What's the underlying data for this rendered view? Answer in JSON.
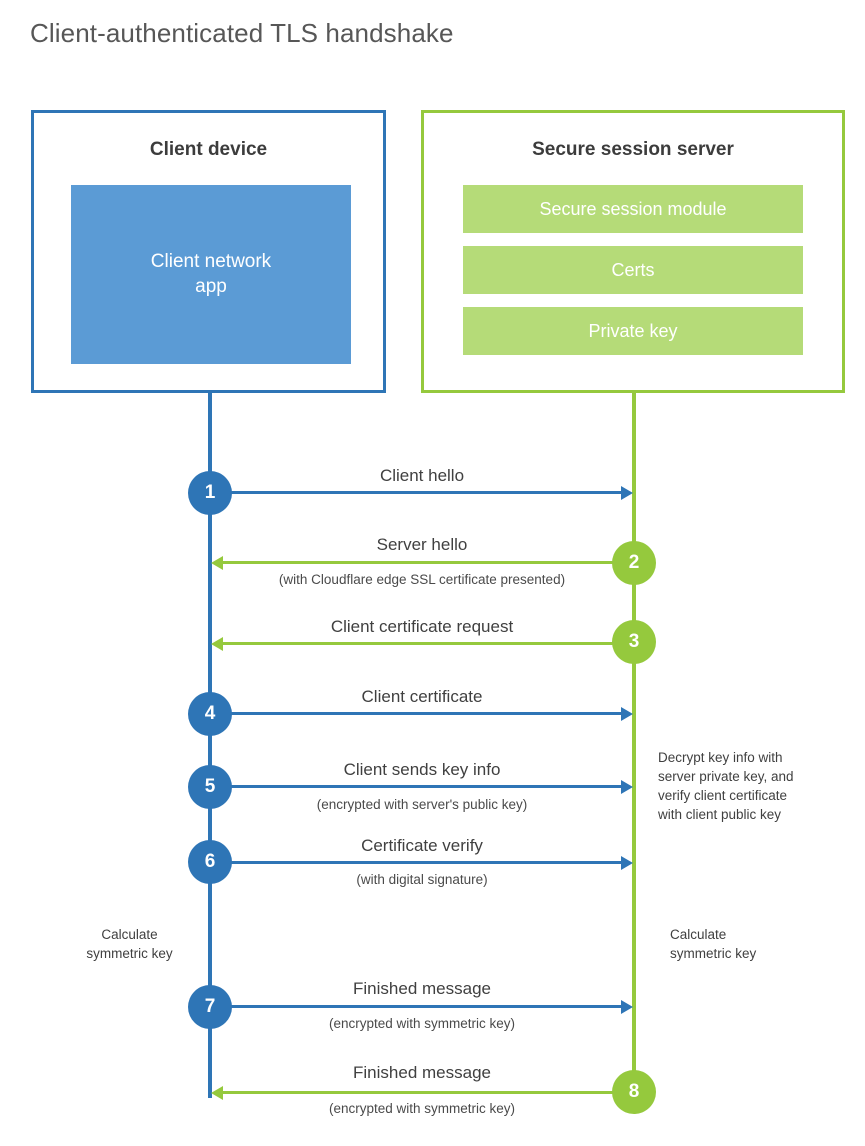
{
  "title": "Client-authenticated TLS handshake",
  "colors": {
    "client_border": "#2E75B6",
    "client_fill": "#5B9BD5",
    "server_border": "#95C93D",
    "server_fill": "#B5DB78",
    "text": "#404040"
  },
  "client": {
    "title": "Client device",
    "app_label": "Client network\napp",
    "app_line1": "Client network",
    "app_line2": "app"
  },
  "server": {
    "title": "Secure session server",
    "components": [
      {
        "label": "Secure session module"
      },
      {
        "label": "Certs"
      },
      {
        "label": "Private key"
      }
    ]
  },
  "steps": [
    {
      "number": "1",
      "side": "client",
      "direction": "client-to-server",
      "label": "Client hello",
      "sublabel": ""
    },
    {
      "number": "2",
      "side": "server",
      "direction": "server-to-client",
      "label": "Server hello",
      "sublabel": "(with Cloudflare edge SSL certificate presented)"
    },
    {
      "number": "3",
      "side": "server",
      "direction": "server-to-client",
      "label": "Client certificate request",
      "sublabel": ""
    },
    {
      "number": "4",
      "side": "client",
      "direction": "client-to-server",
      "label": "Client certificate",
      "sublabel": ""
    },
    {
      "number": "5",
      "side": "client",
      "direction": "client-to-server",
      "label": "Client sends key info",
      "sublabel": "(encrypted with server's public key)"
    },
    {
      "number": "6",
      "side": "client",
      "direction": "client-to-server",
      "label": "Certificate verify",
      "sublabel": "(with digital signature)"
    },
    {
      "number": "7",
      "side": "client",
      "direction": "client-to-server",
      "label": "Finished message",
      "sublabel": "(encrypted with symmetric key)"
    },
    {
      "number": "8",
      "side": "server",
      "direction": "server-to-client",
      "label": "Finished message",
      "sublabel": "(encrypted with symmetric key)"
    }
  ],
  "notes": {
    "server_decrypt": "Decrypt key info with server private key, and verify client certificate with client public key",
    "server_decrypt_lines": [
      "Decrypt key info with",
      "server private key, and",
      "verify client certificate",
      "with client public key"
    ],
    "client_calculate_line1": "Calculate",
    "client_calculate_line2": "symmetric key",
    "server_calculate_line1": "Calculate",
    "server_calculate_line2": "symmetric key"
  }
}
